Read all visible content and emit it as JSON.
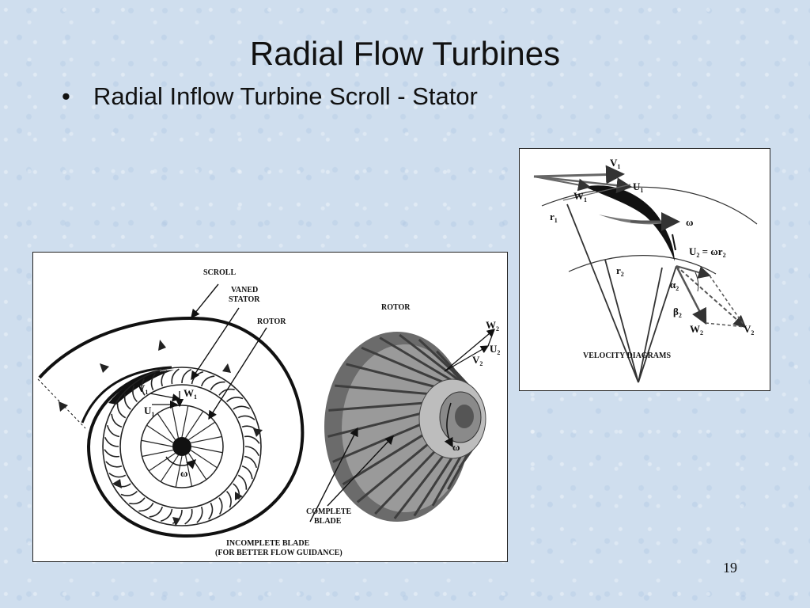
{
  "slide": {
    "title": "Radial Flow Turbines",
    "bullet_mark": "•",
    "bullet_text": "Radial Inflow Turbine Scroll - Stator",
    "page_number": "19"
  },
  "stage_figure": {
    "scroll_label": "SCROLL",
    "stator_label_1": "VANED",
    "stator_label_2": "STATOR",
    "rotor_label_left": "ROTOR",
    "rotor_label_right": "ROTOR",
    "v1": "V",
    "v1_sub": "1",
    "w1": "W",
    "w1_sub": "1",
    "u1": "U",
    "u1_sub": "1",
    "omega_left": "ω",
    "w2": "W",
    "w2_sub": "2",
    "u2": "U",
    "u2_sub": "2",
    "v2": "V",
    "v2_sub": "2",
    "omega_right": "ω",
    "complete_blade_1": "COMPLETE",
    "complete_blade_2": "BLADE",
    "incomplete_blade_1": "INCOMPLETE BLADE",
    "incomplete_blade_2": "(FOR BETTER FLOW GUIDANCE)"
  },
  "velocity_figure": {
    "v1": "V",
    "v1_sub": "1",
    "u1": "U",
    "u1_sub": "1",
    "w1": "W",
    "w1_sub": "1",
    "r1": "r",
    "r1_sub": "1",
    "omega": "ω",
    "u2_eq_1": "U",
    "u2_eq_sub": "2",
    "u2_eq_2": " = ωr",
    "u2_eq_sub2": "2",
    "r2": "r",
    "r2_sub": "2",
    "alpha2": "α",
    "alpha2_sub": "2",
    "beta2": "β",
    "beta2_sub": "2",
    "w2": "W",
    "w2_sub": "2",
    "v2": "V",
    "v2_sub": "2",
    "caption": "VELOCITY DIAGRAMS"
  }
}
